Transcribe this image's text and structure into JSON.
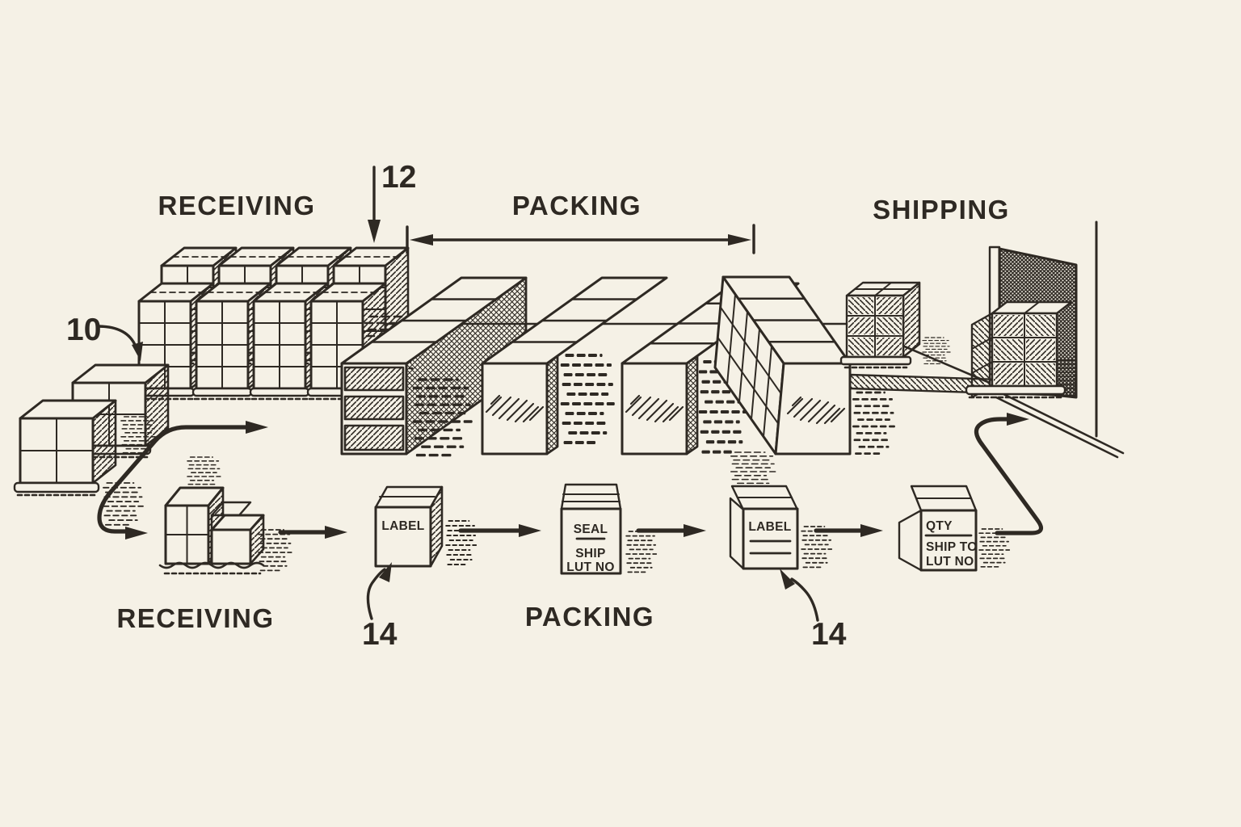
{
  "colors": {
    "background": "#f5f1e6",
    "ink": "#2e2923"
  },
  "zones": {
    "top_receiving": "RECEIVING",
    "top_packing": "PACKING",
    "top_shipping": "SHIPPING",
    "bottom_receiving": "RECEIVING",
    "bottom_packing": "PACKING"
  },
  "refs": {
    "pallet_stock": "10",
    "packing_zone": "12",
    "label_station_a": "14",
    "label_station_b": "14"
  },
  "stations": {
    "box1": {
      "line1": "LABEL"
    },
    "box2": {
      "line1": "SEAL",
      "line2": "SHIP",
      "line3": "LUT NO"
    },
    "box3": {
      "line1": "LABEL"
    },
    "box4": {
      "line1": "QTY",
      "line2": "SHIP TO",
      "line3": "LUT NO."
    }
  }
}
